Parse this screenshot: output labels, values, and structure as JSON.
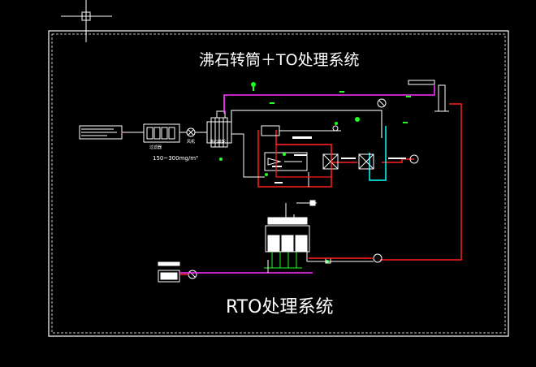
{
  "drawing": {
    "title_top": "沸石转筒＋TO处理系统",
    "title_bottom": "RTO处理系统",
    "concentration_label": "150~300mg/m³",
    "small_labels": {
      "filter": "过滤器",
      "rotor": "沸石转轮",
      "fan": "风机"
    }
  },
  "colors": {
    "background": "#000000",
    "frame": "#ffffff",
    "magenta_line": "#ff33ff",
    "red_line": "#ff2020",
    "gray_line": "#b8b8b8",
    "cyan_line": "#00ffff",
    "green_marker": "#20ff20",
    "equipment": "#ffffff"
  },
  "icons": {
    "cursor": "crosshair-cursor-icon",
    "fan": "fan-icon",
    "valve": "valve-icon",
    "stack": "chimney-icon"
  }
}
